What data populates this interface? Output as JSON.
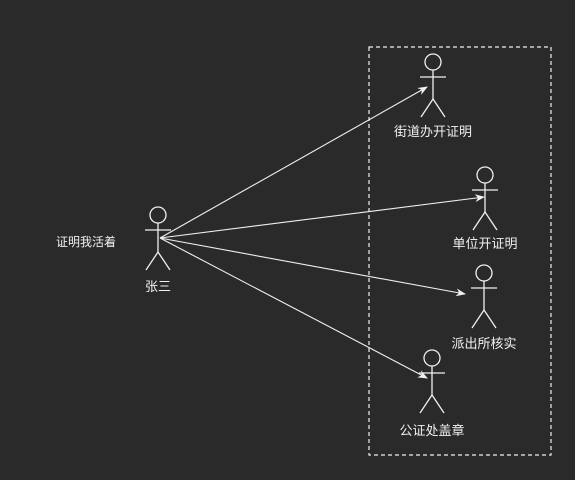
{
  "note": "证明我活着",
  "main_actor": {
    "label": "张三"
  },
  "boundary": {
    "style": "dashed"
  },
  "actors": [
    {
      "label": "街道办开证明"
    },
    {
      "label": "单位开证明"
    },
    {
      "label": "派出所核实"
    },
    {
      "label": "公证处盖章"
    }
  ],
  "colors": {
    "background": "#2a2a2a",
    "stroke": "#f0f0f0",
    "text": "#f0f0f0"
  }
}
